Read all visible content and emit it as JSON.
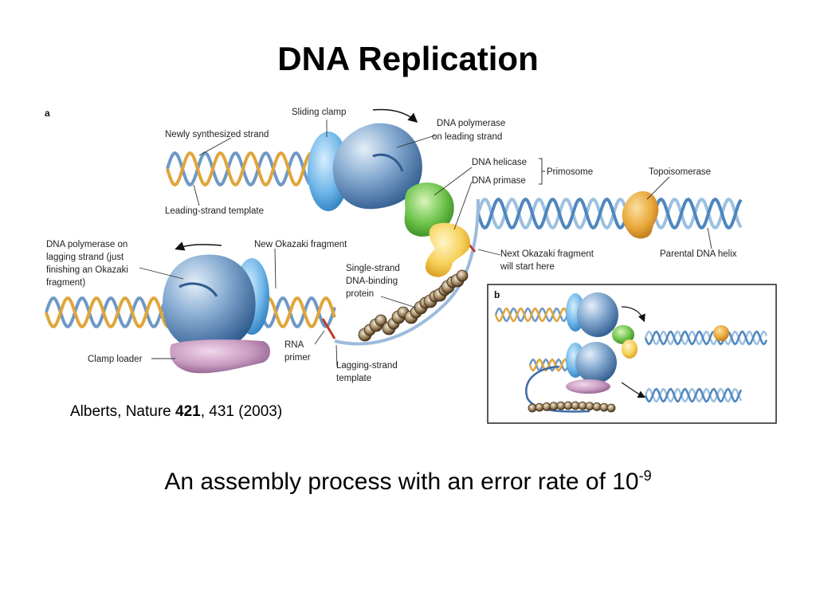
{
  "title": "DNA Replication",
  "figure": {
    "panel_a": "a",
    "panel_b": "b",
    "labels": {
      "sliding_clamp": "Sliding clamp",
      "newly_synthesized": "Newly synthesized strand",
      "pol_leading_1": "DNA polymerase",
      "pol_leading_2": "on leading strand",
      "helicase": "DNA helicase",
      "primase": "DNA primase",
      "primosome": "Primosome",
      "topoisomerase": "Topoisomerase",
      "leading_template": "Leading-strand template",
      "pol_lagging_1": "DNA polymerase on",
      "pol_lagging_2": "lagging strand (just",
      "pol_lagging_3": "finishing an Okazaki",
      "pol_lagging_4": "fragment)",
      "new_okazaki": "New Okazaki fragment",
      "next_okazaki_1": "Next Okazaki fragment",
      "next_okazaki_2": "will start here",
      "parental_helix": "Parental DNA helix",
      "ssb_1": "Single-strand",
      "ssb_2": "DNA-binding",
      "ssb_3": "protein",
      "rna_primer_1": "RNA",
      "rna_primer_2": "primer",
      "lagging_template_1": "Lagging-strand",
      "lagging_template_2": "template",
      "clamp_loader": "Clamp loader"
    }
  },
  "citation": {
    "prefix": "Alberts, Nature ",
    "volume": "421",
    "suffix": ", 431 (2003)"
  },
  "tagline": {
    "text": "An assembly process with an error rate of 10",
    "exponent": "-9"
  }
}
